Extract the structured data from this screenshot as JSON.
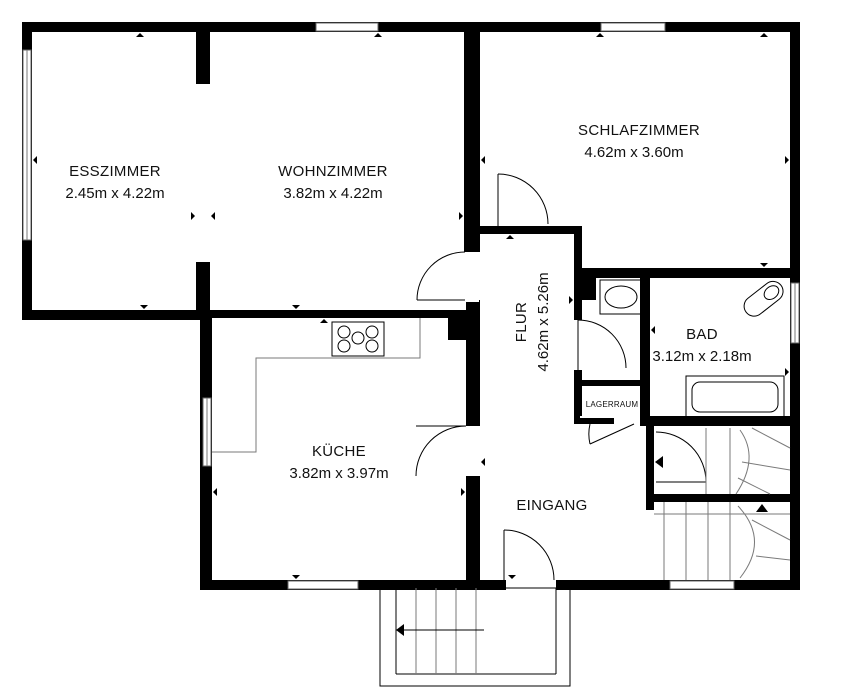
{
  "rooms": {
    "esszimmer": {
      "name": "ESSZIMMER",
      "dims": "2.45m x 4.22m"
    },
    "wohnzimmer": {
      "name": "WOHNZIMMER",
      "dims": "3.82m x 4.22m"
    },
    "schlafzimmer": {
      "name": "SCHLAFZIMMER",
      "dims": "4.62m x 3.60m"
    },
    "bad": {
      "name": "BAD",
      "dims": "3.12m x 2.18m"
    },
    "kueche": {
      "name": "KÜCHE",
      "dims": "3.82m x 3.97m"
    },
    "flur": {
      "name": "FLUR",
      "dims": "4.62m x 5.26m"
    },
    "eingang": {
      "name": "EINGANG"
    },
    "lagerraum": {
      "name": "LAGERRAUM"
    }
  },
  "colors": {
    "wall": "#000000",
    "background": "#ffffff",
    "fixture": "#666666"
  }
}
